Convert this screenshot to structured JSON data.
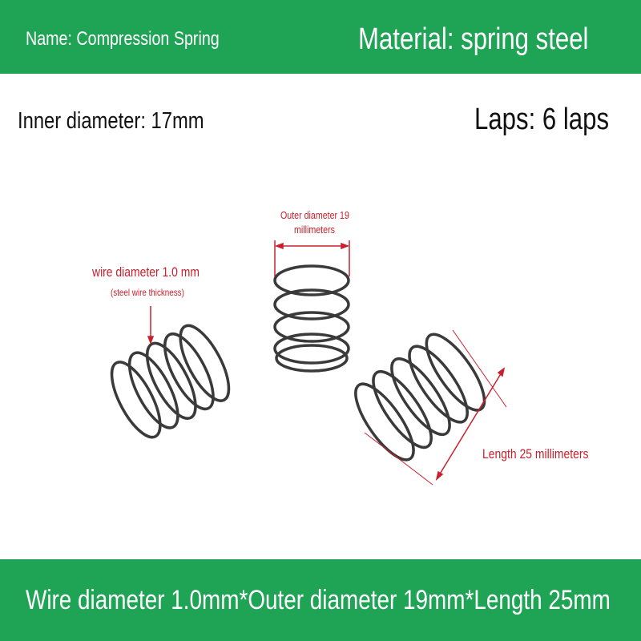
{
  "header": {
    "name_label": "Name: Compression Spring",
    "material_label": "Material: spring steel"
  },
  "specs": {
    "inner_diameter": "Inner diameter: 17mm",
    "laps": "Laps: 6 laps"
  },
  "annotations": {
    "wire_diameter": "wire diameter 1.0 mm",
    "wire_note": "(steel wire thickness)",
    "outer_line1": "Outer diameter 19",
    "outer_line2": "millimeters",
    "length": "Length 25 millimeters"
  },
  "footer": {
    "summary": "Wire diameter 1.0mm*Outer diameter 19mm*Length 25mm"
  },
  "colors": {
    "brand_green": "#1fa456",
    "annotation_red": "#c8202c",
    "spring": "#3a3a3a"
  }
}
